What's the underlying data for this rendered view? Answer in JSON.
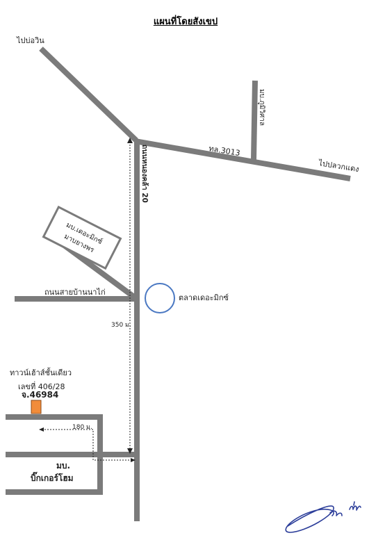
{
  "title": "แผนที่โดยสังเขป",
  "labels": {
    "to_bo_win": "ไปบ่อวิน",
    "side_road_top": "มบ.ภูมิวิศาล",
    "route": "ทล.3013",
    "to_pluak_daeng": "ไปปลวกแดง",
    "main_road": "ถนนหนองคล้า 20",
    "village_name": "มบ.เดอะมิกซ์",
    "village_sub": "มาบยางพร",
    "ban_na_kai_road": "ถนนสายบ้านนาไก่",
    "market": "ตลาดเดอะมิกซ์",
    "distance_350": "350 ม.",
    "townhouse": "ทาวน์เฮ้าส์ชั้นเดียว",
    "house_no": "เลขที่ 406/28",
    "deed_no": "จ.46984",
    "distance_180": "180 ม.",
    "big_home_1": "มบ.",
    "big_home_2": "บิ๊กเกอร์โฮม"
  },
  "colors": {
    "road": "#7b7b7b",
    "market_circle": "#4a78c2",
    "property": "#f28c3a",
    "signature": "#2c3e9a"
  },
  "icons": {
    "market": "circle-marker",
    "property": "orange-square-marker",
    "signature": "handwritten-signature"
  }
}
